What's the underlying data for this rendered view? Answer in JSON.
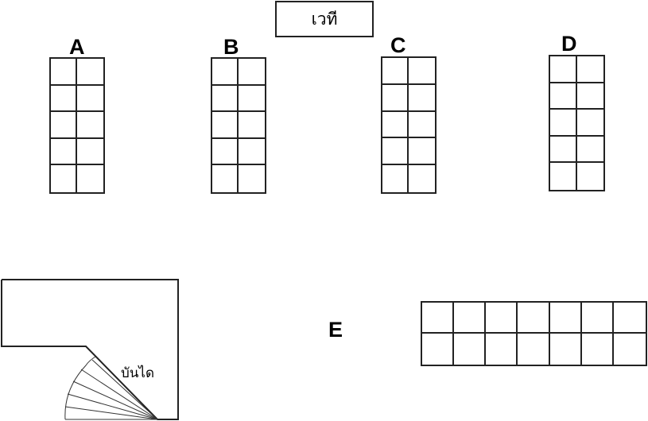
{
  "stage": {
    "label": "เวที"
  },
  "sections": [
    {
      "id": "A",
      "label": "A",
      "rows": 5,
      "cols": 2
    },
    {
      "id": "B",
      "label": "B",
      "rows": 5,
      "cols": 2
    },
    {
      "id": "C",
      "label": "C",
      "rows": 5,
      "cols": 2
    },
    {
      "id": "D",
      "label": "D",
      "rows": 5,
      "cols": 2
    },
    {
      "id": "E",
      "label": "E",
      "rows": 2,
      "cols": 7
    }
  ],
  "stairs": {
    "label": "บันได"
  }
}
